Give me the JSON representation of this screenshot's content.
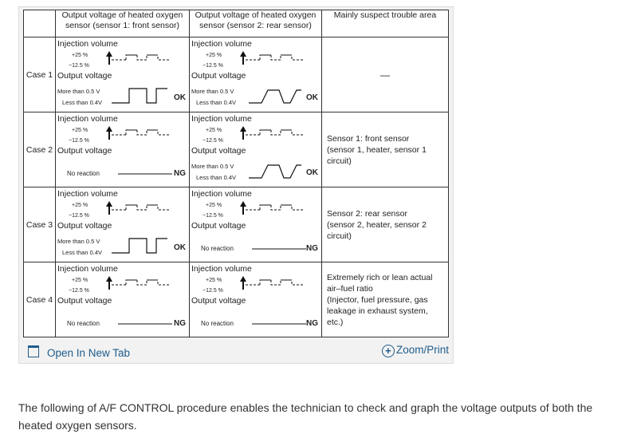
{
  "table": {
    "headers": [
      "Output voltage of heated oxygen sensor (sensor 1: front sensor)",
      "Output voltage of heated oxygen sensor (sensor 2: rear sensor)",
      "Mainly suspect trouble area"
    ],
    "labels": {
      "injection_volume": "Injection volume",
      "plus": "+25 %",
      "minus": "−12.5 %",
      "output_voltage": "Output voltage",
      "more_than": "More than 0.5 V",
      "less_than": "Less than 0.4V",
      "no_reaction": "No reaction",
      "ok": "OK",
      "ng": "NG"
    },
    "cases": [
      {
        "label": "Case 1",
        "front": "OK",
        "rear": "OK",
        "trouble": [
          "—"
        ]
      },
      {
        "label": "Case 2",
        "front": "NG",
        "rear": "OK",
        "trouble": [
          "Sensor 1: front sensor",
          "(sensor 1, heater, sensor 1 circuit)"
        ]
      },
      {
        "label": "Case 3",
        "front": "OK",
        "rear": "NG",
        "trouble": [
          "Sensor 2: rear sensor",
          "(sensor 2, heater, sensor 2 circuit)"
        ]
      },
      {
        "label": "Case 4",
        "front": "NG",
        "rear": "NG",
        "trouble": [
          "Extremely rich or lean actual air–fuel ratio",
          "(Injector, fuel pressure, gas leakage in exhaust system, etc.)"
        ]
      }
    ]
  },
  "actions": {
    "open_tab": "Open In New Tab",
    "zoom": "Zoom/Print"
  },
  "paragraph": "The following of A/F CONTROL procedure enables the technician to check and graph the voltage outputs of both the heated oxygen sensors."
}
